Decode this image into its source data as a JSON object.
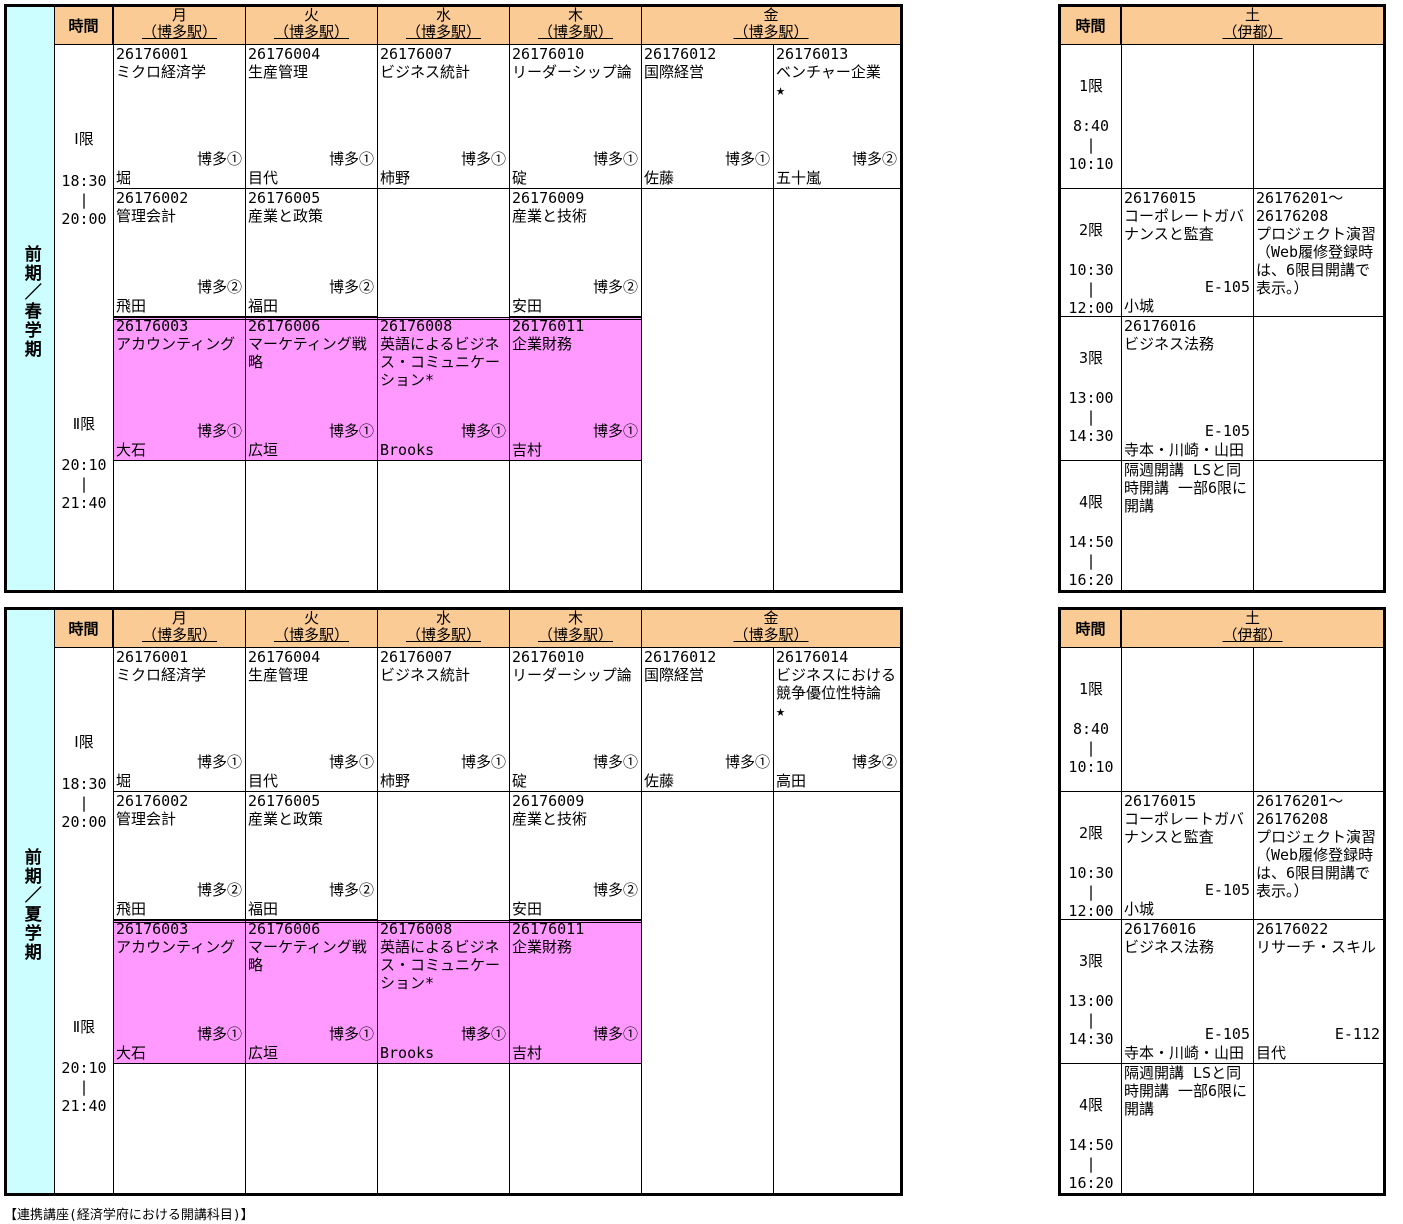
{
  "header": {
    "time_label": "時間"
  },
  "weekdays": [
    {
      "day": "月",
      "loc": "（博多駅）"
    },
    {
      "day": "火",
      "loc": "（博多駅）"
    },
    {
      "day": "水",
      "loc": "（博多駅）"
    },
    {
      "day": "木",
      "loc": "（博多駅）"
    },
    {
      "day": "金",
      "loc": "（博多駅）"
    }
  ],
  "saturday": {
    "day": "土",
    "loc": "（伊都）"
  },
  "weekday_periods": {
    "p1": {
      "label": "Ⅰ限",
      "start": "18:30",
      "dash": "|",
      "end": "20:00"
    },
    "p2": {
      "label": "Ⅱ限",
      "start": "20:10",
      "dash": "|",
      "end": "21:40"
    }
  },
  "saturday_periods": [
    {
      "label": "1限",
      "start": "8:40",
      "dash": "|",
      "end": "10:10"
    },
    {
      "label": "2限",
      "start": "10:30",
      "dash": "|",
      "end": "12:00"
    },
    {
      "label": "3限",
      "start": "13:00",
      "dash": "|",
      "end": "14:30"
    },
    {
      "label": "4限",
      "start": "14:50",
      "dash": "|",
      "end": "16:20"
    }
  ],
  "terms": [
    {
      "period_label": "前期／春学期",
      "rows": [
        [
          {
            "code": "26176001",
            "title": "ミクロ経済学",
            "room": "博多①",
            "instructor": "堀"
          },
          {
            "code": "26176004",
            "title": "生産管理",
            "room": "博多①",
            "instructor": "目代"
          },
          {
            "code": "26176007",
            "title": "ビジネス統計",
            "room": "博多①",
            "instructor": "柿野"
          },
          {
            "code": "26176010",
            "title": "リーダーシップ論",
            "room": "博多①",
            "instructor": "碇"
          },
          {
            "code": "26176012",
            "title": "国際経営",
            "room": "博多①",
            "instructor": "佐藤"
          },
          {
            "code": "26176013",
            "title": "ベンチャー企業",
            "note": "★",
            "room": "博多②",
            "instructor": "五十嵐"
          }
        ],
        [
          {
            "code": "26176002",
            "title": "管理会計",
            "room": "博多②",
            "instructor": "飛田"
          },
          {
            "code": "26176005",
            "title": "産業と政策",
            "room": "博多②",
            "instructor": "福田"
          },
          {},
          {
            "code": "26176009",
            "title": "産業と技術",
            "room": "博多②",
            "instructor": "安田"
          },
          {},
          {}
        ],
        [
          {
            "code": "26176003",
            "title": "アカウンティング",
            "room": "博多①",
            "instructor": "大石"
          },
          {
            "code": "26176006",
            "title": "マーケティング戦略",
            "room": "博多①",
            "instructor": "広垣"
          },
          {
            "code": "26176008",
            "title": "英語によるビジネス・コミュニケーション*",
            "room": "博多①",
            "instructor": "Brooks"
          },
          {
            "code": "26176011",
            "title": "企業財務",
            "room": "博多①",
            "instructor": "吉村"
          },
          {},
          {}
        ]
      ],
      "saturday": [
        [
          {},
          {}
        ],
        [
          {
            "code": "26176015",
            "title": "コーポレートガバナンスと監査",
            "room": "E-105",
            "instructor": "小城"
          },
          {
            "code": "26176201～26176208",
            "title": "プロジェクト演習",
            "note": "（Web履修登録時は、6限目開講で表示。）"
          }
        ],
        [
          {
            "code": "26176016",
            "title": "ビジネス法務",
            "room": "E-105",
            "instructor": "寺本・川崎・山田"
          },
          {}
        ],
        [
          {
            "note": "隔週開講 LSと同時開講 一部6限に開講"
          },
          {}
        ]
      ]
    },
    {
      "period_label": "前期／夏学期",
      "rows": [
        [
          {
            "code": "26176001",
            "title": "ミクロ経済学",
            "room": "博多①",
            "instructor": "堀"
          },
          {
            "code": "26176004",
            "title": "生産管理",
            "room": "博多①",
            "instructor": "目代"
          },
          {
            "code": "26176007",
            "title": "ビジネス統計",
            "room": "博多①",
            "instructor": "柿野"
          },
          {
            "code": "26176010",
            "title": "リーダーシップ論",
            "room": "博多①",
            "instructor": "碇"
          },
          {
            "code": "26176012",
            "title": "国際経営",
            "room": "博多①",
            "instructor": "佐藤"
          },
          {
            "code": "26176014",
            "title": "ビジネスにおける競争優位性特論",
            "note": "★",
            "room": "博多②",
            "instructor": "高田"
          }
        ],
        [
          {
            "code": "26176002",
            "title": "管理会計",
            "room": "博多②",
            "instructor": "飛田"
          },
          {
            "code": "26176005",
            "title": "産業と政策",
            "room": "博多②",
            "instructor": "福田"
          },
          {},
          {
            "code": "26176009",
            "title": "産業と技術",
            "room": "博多②",
            "instructor": "安田"
          },
          {},
          {}
        ],
        [
          {
            "code": "26176003",
            "title": "アカウンティング",
            "room": "博多①",
            "instructor": "大石"
          },
          {
            "code": "26176006",
            "title": "マーケティング戦略",
            "room": "博多①",
            "instructor": "広垣"
          },
          {
            "code": "26176008",
            "title": "英語によるビジネス・コミュニケーション*",
            "room": "博多①",
            "instructor": "Brooks"
          },
          {
            "code": "26176011",
            "title": "企業財務",
            "room": "博多①",
            "instructor": "吉村"
          },
          {},
          {}
        ]
      ],
      "saturday": [
        [
          {},
          {}
        ],
        [
          {
            "code": "26176015",
            "title": "コーポレートガバナンスと監査",
            "room": "E-105",
            "instructor": "小城"
          },
          {
            "code": "26176201～26176208",
            "title": "プロジェクト演習",
            "note": "（Web履修登録時は、6限目開講で表示。）"
          }
        ],
        [
          {
            "code": "26176016",
            "title": "ビジネス法務",
            "room": "E-105",
            "instructor": "寺本・川崎・山田"
          },
          {
            "code": "26176022",
            "title": "リサーチ・スキル",
            "room": "E-112",
            "instructor": "目代"
          }
        ],
        [
          {
            "note": "隔週開講 LSと同時開講 一部6限に開講"
          },
          {}
        ]
      ]
    }
  ],
  "footer": "【連携講座(経済学府における開講科目)】"
}
